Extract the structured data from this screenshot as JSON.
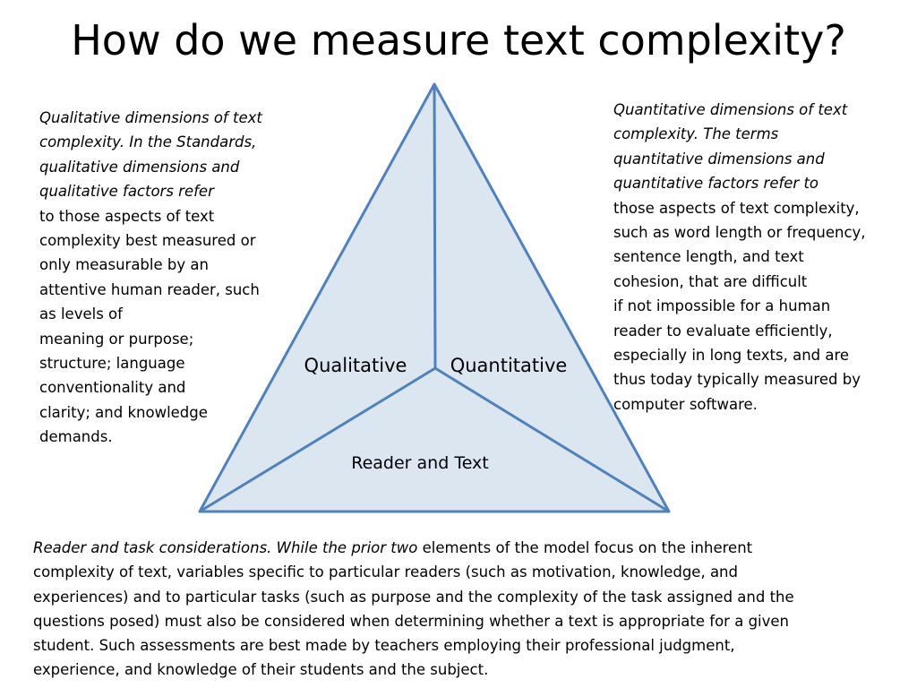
{
  "title": "How do we measure text complexity?",
  "colors": {
    "triangle_fill": "#dce6f1",
    "triangle_stroke": "#4f81bd"
  },
  "diagram": {
    "labels": {
      "qualitative": "Qualitative",
      "quantitative": "Quantitative",
      "reader_and_text": "Reader and Text"
    }
  },
  "left_text": {
    "italic_lines": [
      "Qualitative dimensions of text",
      "complexity. In the Standards,",
      "qualitative dimensions and",
      "qualitative factors refer"
    ],
    "normal_lines": [
      "to those aspects of text",
      "complexity best measured or",
      "only measurable by an",
      "attentive human reader, such",
      "as levels of",
      "meaning or purpose;",
      "structure; language",
      "conventionality and",
      "clarity; and knowledge",
      "demands."
    ]
  },
  "right_text": {
    "italic_lines": [
      "Quantitative dimensions of text",
      "complexity. The terms",
      "quantitative dimensions and",
      "quantitative factors refer to"
    ],
    "normal_lines": [
      "those aspects of text complexity,",
      "such as word length or frequency,",
      "sentence length, and text",
      "cohesion, that are difficult",
      "if not impossible for a human",
      "reader to evaluate efficiently,",
      "especially in long texts, and are",
      "thus today typically measured by",
      "computer software."
    ]
  },
  "bottom_text": {
    "first_italic": "Reader and task considerations. While the prior two",
    "first_rest": " elements of the model focus on the inherent",
    "lines": [
      "complexity of text, variables specific to particular readers (such as motivation, knowledge, and",
      "experiences) and to particular tasks (such as purpose and the complexity of the task assigned and the",
      "questions posed) must also be considered when determining whether a text is appropriate for a given",
      "student. Such assessments are best made by teachers employing their professional judgment,",
      "experience, and knowledge of their students and the subject."
    ]
  }
}
